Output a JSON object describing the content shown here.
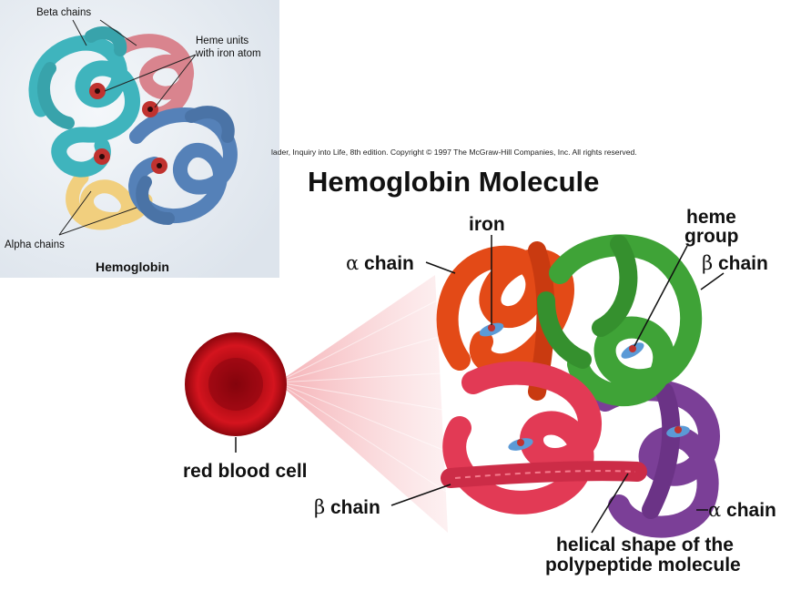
{
  "inset": {
    "label_beta_chains": "Beta chains",
    "label_heme_line1": "Heme units",
    "label_heme_line2": "with iron atom",
    "label_alpha_chains": "Alpha chains",
    "caption": "Hemoglobin"
  },
  "main": {
    "credit": "lader, Inquiry into Life, 8th edition. Copyright © 1997 The McGraw-Hill Companies, Inc. All rights reserved.",
    "title": "Hemoglobin Molecule",
    "label_alpha_chain_top_symbol": "α",
    "label_alpha_chain_top_text": " chain",
    "label_iron": "iron",
    "label_heme_line1": "heme",
    "label_heme_line2": "group",
    "label_beta_chain_right_symbol": "β",
    "label_beta_chain_right_text": " chain",
    "label_red_blood_cell": "red blood cell",
    "label_beta_chain_left_symbol": "β",
    "label_beta_chain_left_text": " chain",
    "label_alpha_chain_bottom_symbol": "α",
    "label_alpha_chain_bottom_text": " chain",
    "label_helical_line1": "helical shape of the",
    "label_helical_line2": "polypeptide molecule"
  },
  "colors": {
    "inset_bg": "#e9eef4",
    "beta_teal": "#3fb4bd",
    "beta_pink": "#d9848e",
    "alpha_blue": "#5581b8",
    "alpha_yellow": "#f1cf7e",
    "heme_red": "#c0322f",
    "alpha_orange": "#e34a17",
    "beta_green": "#3fa337",
    "alpha_purple": "#7b3f97",
    "beta_crimson": "#e23a55",
    "blood_cell": "#c4101a",
    "heme_blue": "#5b9ad6"
  }
}
